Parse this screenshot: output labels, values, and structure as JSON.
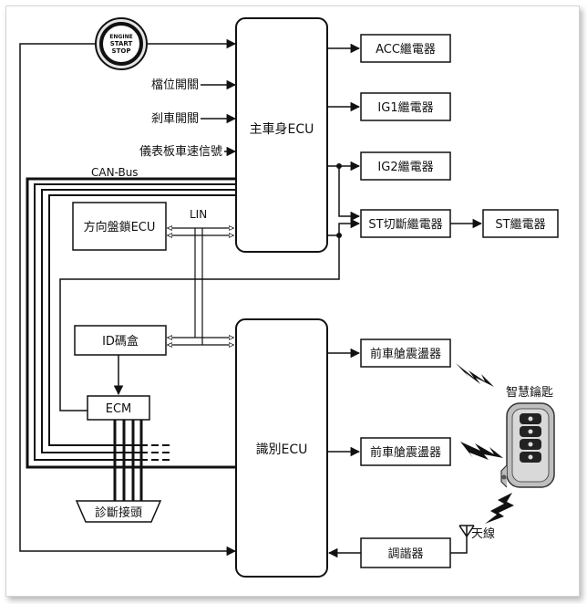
{
  "diagram": {
    "start_button": [
      "ENGINE",
      "START",
      "STOP"
    ],
    "inputs": {
      "gear_switch": "檔位開關",
      "brake_switch": "剎車開關",
      "speed_signal": "儀表板車速信號"
    },
    "bus": {
      "can": "CAN-Bus",
      "lin": "LIN"
    },
    "blocks": {
      "body_ecu": "主車身ECU",
      "id_ecu": "識別ECU",
      "steering_lock": "方向盤鎖ECU",
      "id_box": "ID碼盒",
      "ecm": "ECM",
      "diag": "診斷接頭",
      "acc_relay": "ACC繼電器",
      "ig1_relay": "IG1繼電器",
      "ig2_relay": "IG2繼電器",
      "st_cut_relay": "ST切斷繼電器",
      "st_relay": "ST繼電器",
      "osc_front": "前車艙震盪器",
      "osc_second": "前車艙震盪器",
      "tuner": "調諧器"
    },
    "smart_key": "智慧鑰匙",
    "antenna": "天線"
  }
}
